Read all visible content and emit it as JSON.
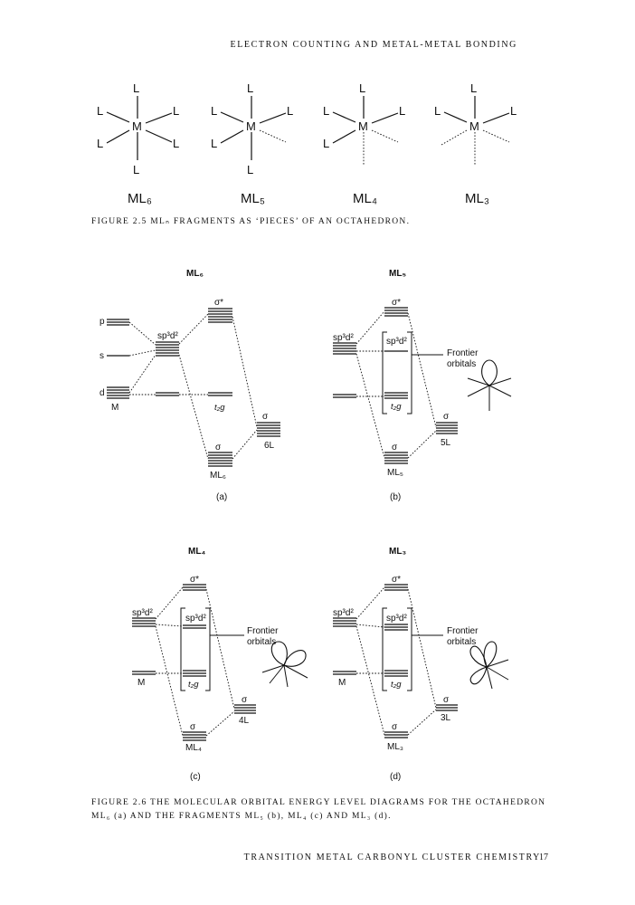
{
  "page": {
    "running_head": "ELECTRON COUNTING AND METAL-METAL BONDING",
    "footer": "TRANSITION METAL CARBONYL CLUSTER CHEMISTRY",
    "page_number": "17"
  },
  "figure_2_5": {
    "caption": "FIGURE 2.5 MLₙ FRAGMENTS AS ‘PIECES’ OF AN OCTAHEDRON.",
    "atom_metal": "M",
    "atom_ligand": "L",
    "fragments": [
      {
        "label": "ML₆"
      },
      {
        "label": "ML₅"
      },
      {
        "label": "ML₄"
      },
      {
        "label": "ML₃"
      }
    ]
  },
  "figure_2_6": {
    "caption_line1": "FIGURE 2.6 THE MOLECULAR ORBITAL ENERGY LEVEL DIAGRAMS FOR THE OCTAHEDRON",
    "caption_line2": "ML₆ (a) AND THE FRAGMENTS ML₅ (b), ML₄ (c) AND ML₃ (d).",
    "frontier_label": [
      "Frontier",
      "orbitals"
    ],
    "panels": [
      {
        "title": "ML₆",
        "panel_label": "(a)",
        "ligand_label": "6L",
        "bottom_label": "ML₆",
        "atomic_labels": [
          "p",
          "s",
          "d",
          "M"
        ],
        "hybrid_label": "sp³d²",
        "sigma_star": "σ*",
        "t2g": "t₂g",
        "sigma": "σ"
      },
      {
        "title": "ML₅",
        "panel_label": "(b)",
        "ligand_label": "5L",
        "bottom_label": "ML₅",
        "hybrid_label": "sp³d²",
        "sigma_star": "σ*",
        "t2g": "t₂g",
        "sigma": "σ"
      },
      {
        "title": "ML₄",
        "panel_label": "(c)",
        "ligand_label": "4L",
        "bottom_label": "ML₄",
        "hybrid_label": "sp³d²",
        "metal_label": "M",
        "sigma_star": "σ*",
        "t2g": "t₂g",
        "sigma": "σ"
      },
      {
        "title": "ML₃",
        "panel_label": "(d)",
        "ligand_label": "3L",
        "bottom_label": "ML₃",
        "hybrid_label": "sp³d²",
        "metal_label": "M",
        "sigma_star": "σ*",
        "t2g": "t₂g",
        "sigma": "σ"
      }
    ]
  }
}
